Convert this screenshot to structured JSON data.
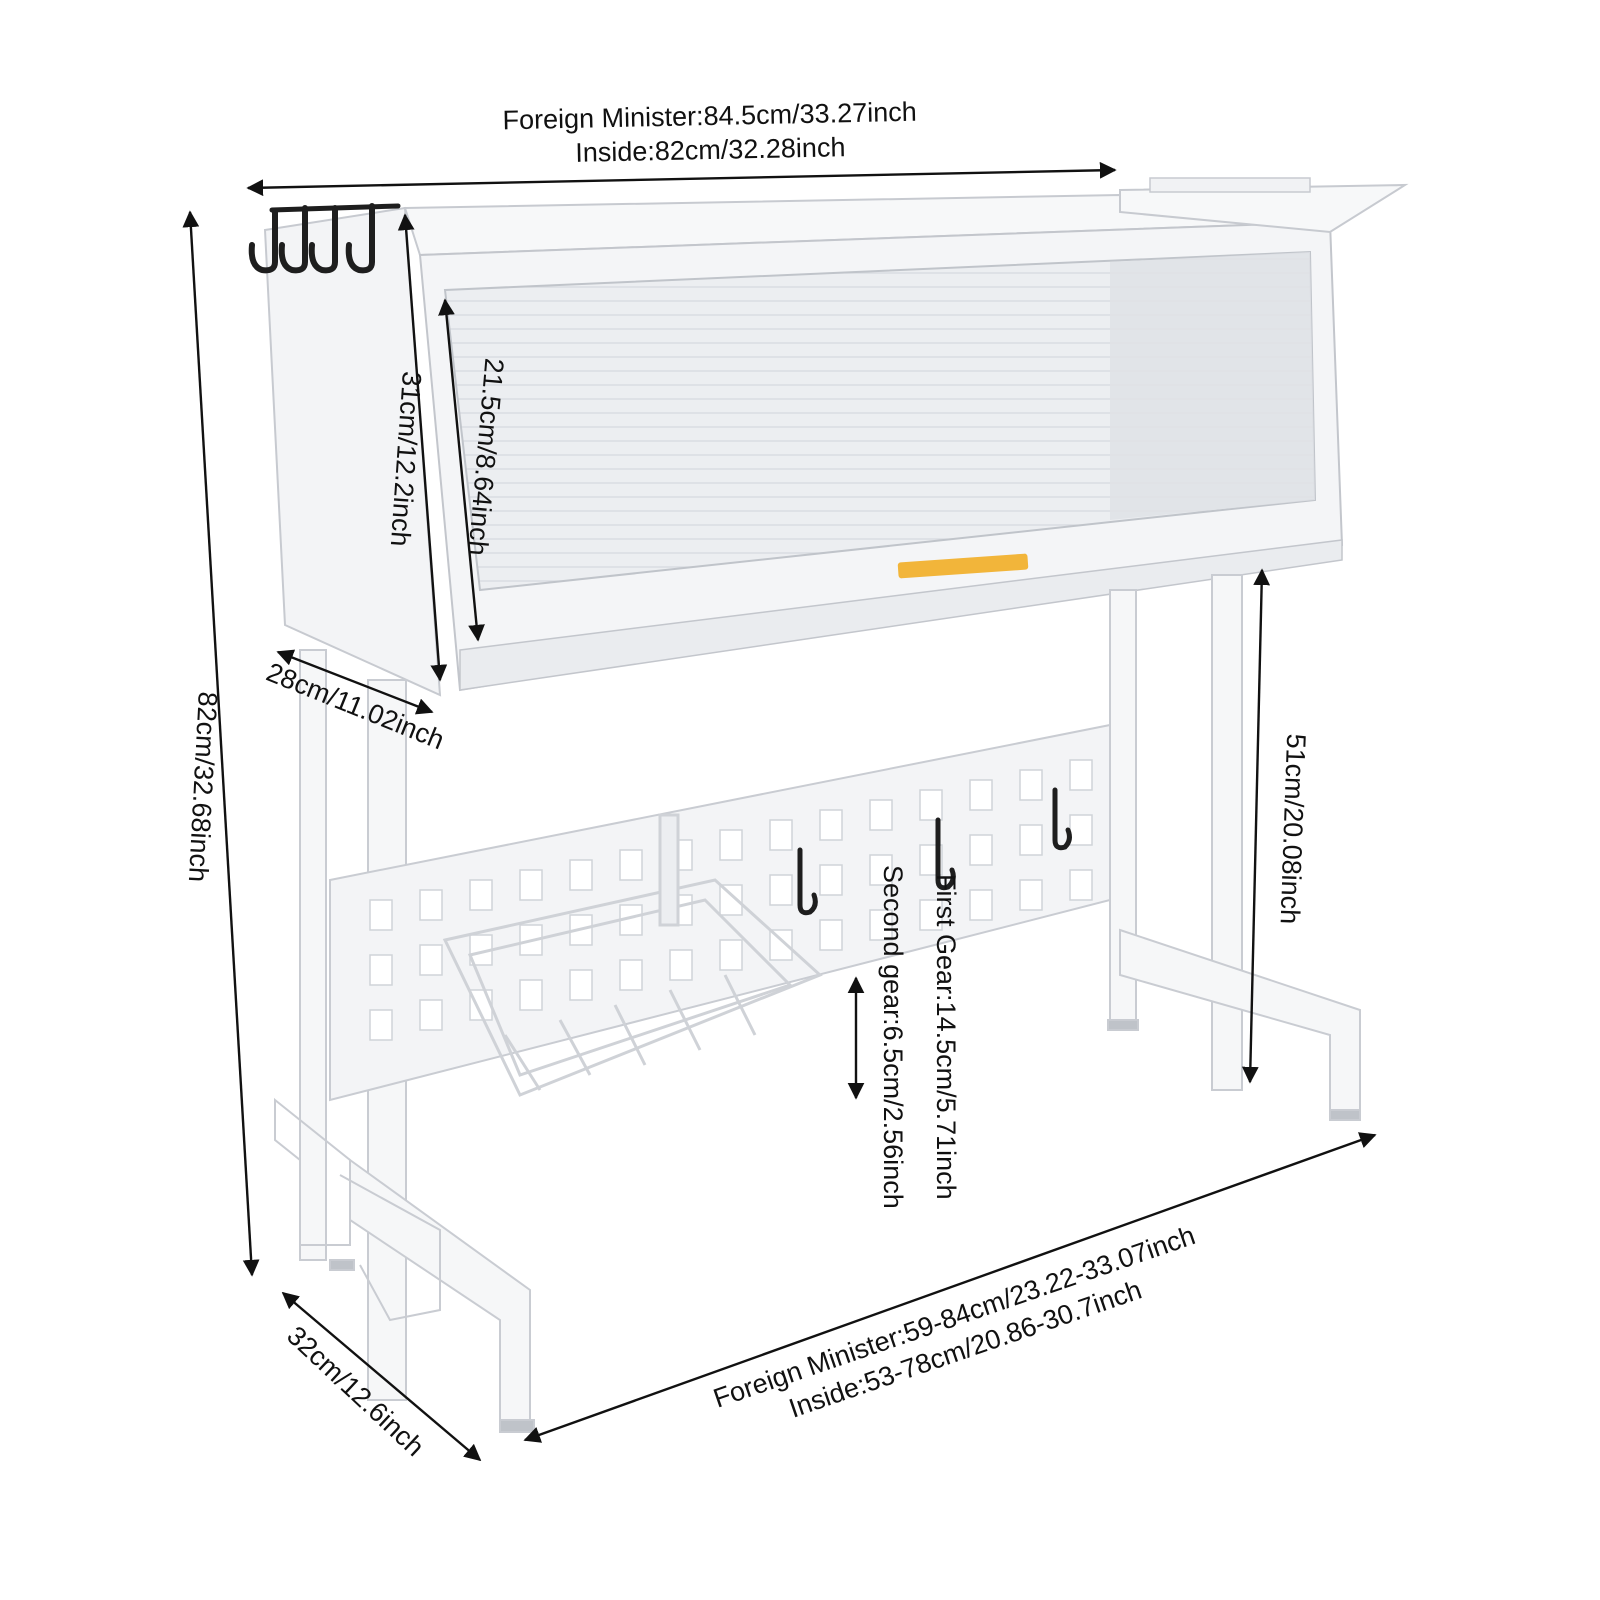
{
  "figure": {
    "dimensions": {
      "top_width": {
        "outer": "Foreign Minister:84.5cm/33.27inch",
        "inner": "Inside:82cm/32.28inch"
      },
      "total_height": "82cm/32.68inch",
      "cabinet_height": "31cm/12.2inch",
      "window_height": "21.5cm/8.64inch",
      "cabinet_depth": "28cm/11.02inch",
      "clearance_height": "51cm/20.08inch",
      "gear_first": "First Gear:14.5cm/5.71inch",
      "gear_second": "Second gear:6.5cm/2.56inch",
      "base_depth": "32cm/12.6inch",
      "base_width": {
        "outer": "Foreign Minister:59-84cm/23.22-33.07inch",
        "inner": "Inside:53-78cm/20.86-30.7inch"
      }
    },
    "colors": {
      "frame": "#f4f5f7",
      "frame_edge": "#c9ccd2",
      "window": "#e9ecef",
      "handle": "#f2b53a",
      "hooks": "#1e1e1e",
      "arrows": "#111111"
    }
  }
}
